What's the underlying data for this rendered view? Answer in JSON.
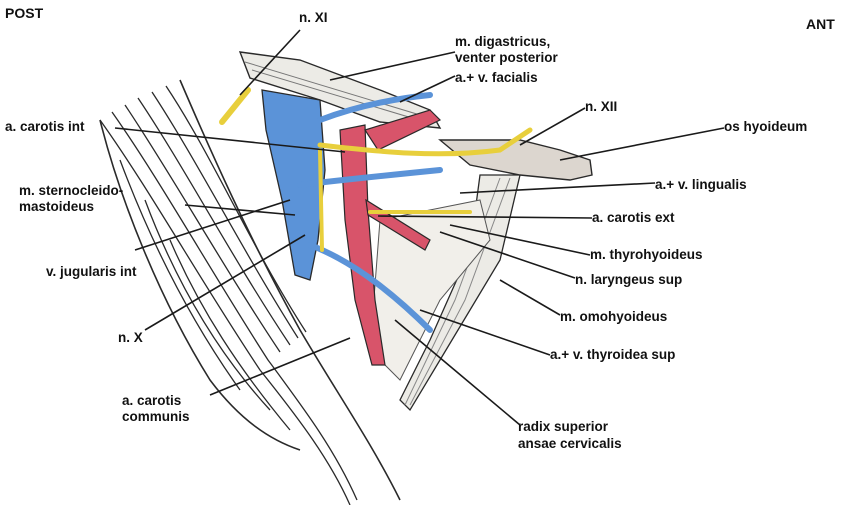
{
  "orientation": {
    "posterior": "POST",
    "anterior": "ANT"
  },
  "labels": {
    "n_xi": "n. XI",
    "digastricus_1": "m. digastricus,",
    "digastricus_2": "venter posterior",
    "facialis": "a.+ v. facialis",
    "n_xii": "n. XII",
    "carotis_int": "a. carotis int",
    "os_hyoideum": "os hyoideum",
    "scm_1": "m. sternocleido-",
    "scm_2": "mastoideus",
    "lingualis": "a.+ v. lingualis",
    "carotis_ext": "a. carotis ext",
    "thyrohyoideus": "m. thyrohyoideus",
    "jugularis": "v. jugularis int",
    "laryngeus": "n. laryngeus sup",
    "omohyoideus": "m. omohyoideus",
    "n_x": "n. X",
    "thyroidea": "a.+ v. thyroidea sup",
    "carotis_comm_1": "a. carotis",
    "carotis_comm_2": "communis",
    "radix_1": "radix superior",
    "radix_2": "ansae cervicalis"
  },
  "colors": {
    "vein": "#5b93d8",
    "artery": "#d8546a",
    "nerve": "#e8cf3c",
    "muscle_fill": "#e7e3dd",
    "line": "#1a1a1a"
  }
}
